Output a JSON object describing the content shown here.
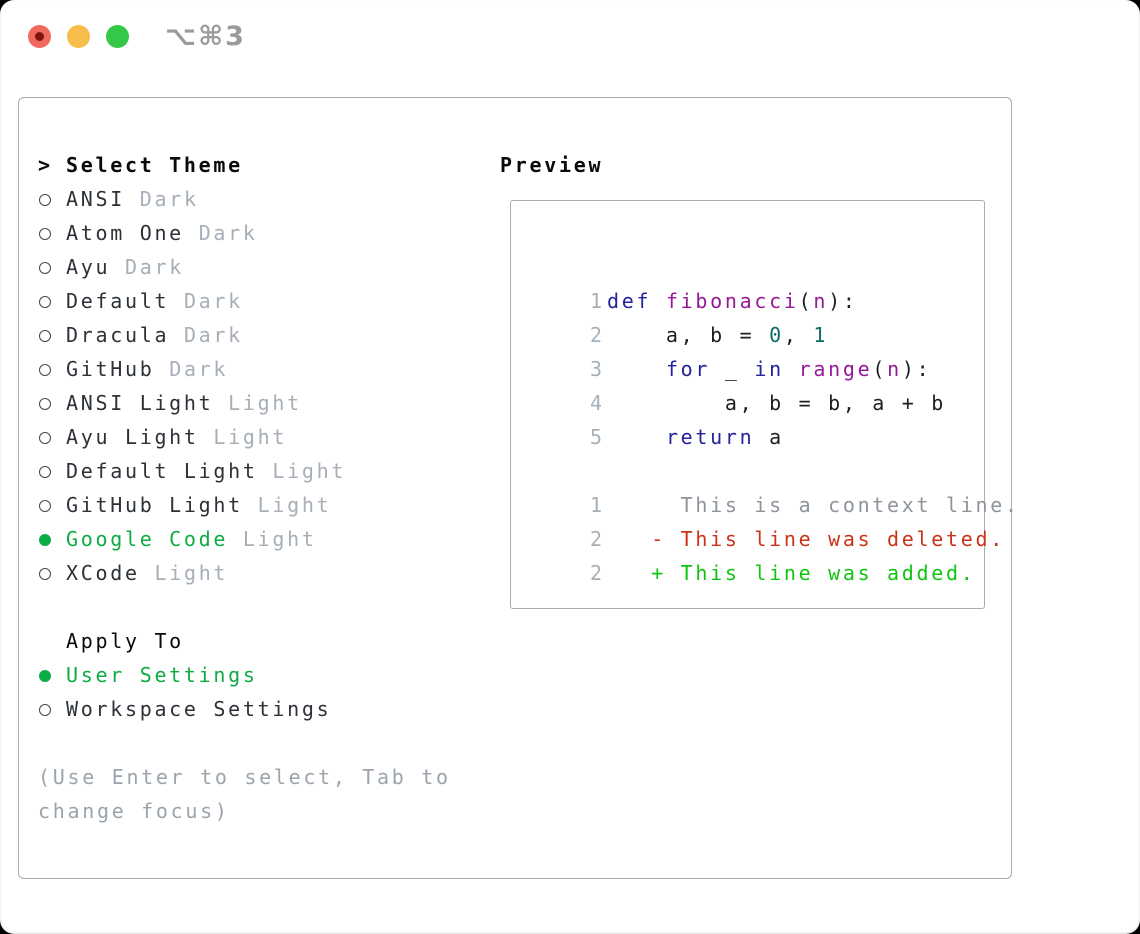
{
  "titlebar": {
    "shortcut": "⌥⌘3"
  },
  "colors": {
    "kwd": "#23239c",
    "typ": "#941a98",
    "lit": "#0c6b66",
    "pln": "#1c1f22",
    "ctx": "#8d949b",
    "del": "#c93419",
    "add": "#12c412",
    "sel": "#0fab45",
    "tag": "#a6aeb8",
    "name": "#2c3238",
    "ln": "#a6b0b9",
    "help": "#9ba4ad",
    "border": "#a6aeb8",
    "shortcut": "#9b9b9b"
  },
  "theme_list": {
    "header_marker": ">",
    "header": "Select Theme",
    "items": [
      {
        "name": "ANSI",
        "tag": "Dark",
        "selected": false
      },
      {
        "name": "Atom One",
        "tag": "Dark",
        "selected": false
      },
      {
        "name": "Ayu",
        "tag": "Dark",
        "selected": false
      },
      {
        "name": "Default",
        "tag": "Dark",
        "selected": false
      },
      {
        "name": "Dracula",
        "tag": "Dark",
        "selected": false
      },
      {
        "name": "GitHub",
        "tag": "Dark",
        "selected": false
      },
      {
        "name": "ANSI Light",
        "tag": "Light",
        "selected": false
      },
      {
        "name": "Ayu Light",
        "tag": "Light",
        "selected": false
      },
      {
        "name": "Default Light",
        "tag": "Light",
        "selected": false
      },
      {
        "name": "GitHub Light",
        "tag": "Light",
        "selected": false
      },
      {
        "name": "Google Code",
        "tag": "Light",
        "selected": true
      },
      {
        "name": "XCode",
        "tag": "Light",
        "selected": false
      }
    ]
  },
  "apply_to": {
    "header": "Apply To",
    "items": [
      {
        "name": "User Settings",
        "selected": true
      },
      {
        "name": "Workspace Settings",
        "selected": false
      }
    ]
  },
  "help": {
    "line1": "(Use Enter to select, Tab to",
    "line2": "change focus)"
  },
  "preview": {
    "header": "Preview",
    "code_lines": [
      {
        "num": "1",
        "tokens": [
          {
            "t": "def ",
            "c": "kwd"
          },
          {
            "t": "fibonacci",
            "c": "typ"
          },
          {
            "t": "(",
            "c": "pln"
          },
          {
            "t": "n",
            "c": "typ"
          },
          {
            "t": "):",
            "c": "pln"
          }
        ]
      },
      {
        "num": "2",
        "tokens": [
          {
            "t": "    a, b = ",
            "c": "pln"
          },
          {
            "t": "0",
            "c": "lit"
          },
          {
            "t": ", ",
            "c": "pln"
          },
          {
            "t": "1",
            "c": "lit"
          }
        ]
      },
      {
        "num": "3",
        "tokens": [
          {
            "t": "    ",
            "c": "pln"
          },
          {
            "t": "for",
            "c": "kwd"
          },
          {
            "t": " _ ",
            "c": "pln"
          },
          {
            "t": "in",
            "c": "kwd"
          },
          {
            "t": " ",
            "c": "pln"
          },
          {
            "t": "range",
            "c": "typ"
          },
          {
            "t": "(",
            "c": "pln"
          },
          {
            "t": "n",
            "c": "typ"
          },
          {
            "t": "):",
            "c": "pln"
          }
        ]
      },
      {
        "num": "4",
        "tokens": [
          {
            "t": "        a, b = b, a + b",
            "c": "pln"
          }
        ]
      },
      {
        "num": "5",
        "tokens": [
          {
            "t": "    ",
            "c": "pln"
          },
          {
            "t": "return",
            "c": "kwd"
          },
          {
            "t": " a",
            "c": "pln"
          }
        ]
      }
    ],
    "diff_lines": [
      {
        "num": "1",
        "kind": "context",
        "text": "     This is a context line."
      },
      {
        "num": "2",
        "kind": "deleted",
        "text": "   - This line was deleted."
      },
      {
        "num": "2",
        "kind": "added",
        "text": "   + This line was added."
      }
    ]
  }
}
